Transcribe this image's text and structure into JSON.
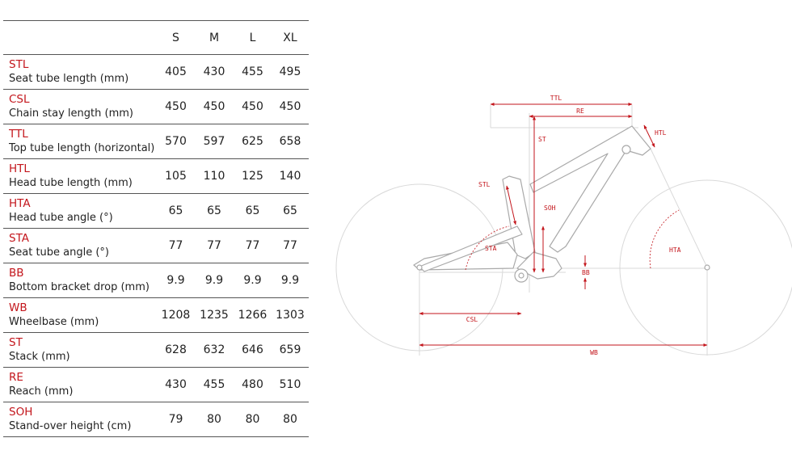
{
  "table": {
    "header_blank": "",
    "sizes": [
      "S",
      "M",
      "L",
      "XL"
    ],
    "rows": [
      {
        "abbr": "STL",
        "desc": "Seat tube length (mm)",
        "values": [
          "405",
          "430",
          "455",
          "495"
        ]
      },
      {
        "abbr": "CSL",
        "desc": "Chain stay length (mm)",
        "values": [
          "450",
          "450",
          "450",
          "450"
        ]
      },
      {
        "abbr": "TTL",
        "desc": "Top tube length (horizontal)",
        "values": [
          "570",
          "597",
          "625",
          "658"
        ]
      },
      {
        "abbr": "HTL",
        "desc": "Head tube length (mm)",
        "values": [
          "105",
          "110",
          "125",
          "140"
        ]
      },
      {
        "abbr": "HTA",
        "desc": "Head tube angle (°)",
        "values": [
          "65",
          "65",
          "65",
          "65"
        ]
      },
      {
        "abbr": "STA",
        "desc": "Seat tube angle (°)",
        "values": [
          "77",
          "77",
          "77",
          "77"
        ]
      },
      {
        "abbr": "BB",
        "desc": "Bottom bracket drop (mm)",
        "values": [
          "9.9",
          "9.9",
          "9.9",
          "9.9"
        ]
      },
      {
        "abbr": "WB",
        "desc": "Wheelbase (mm)",
        "values": [
          "1208",
          "1235",
          "1266",
          "1303"
        ]
      },
      {
        "abbr": "ST",
        "desc": "Stack (mm)",
        "values": [
          "628",
          "632",
          "646",
          "659"
        ]
      },
      {
        "abbr": "RE",
        "desc": "Reach (mm)",
        "values": [
          "430",
          "455",
          "480",
          "510"
        ]
      },
      {
        "abbr": "SOH",
        "desc": "Stand-over height (cm)",
        "values": [
          "79",
          "80",
          "80",
          "80"
        ]
      }
    ]
  },
  "diagram": {
    "labels": {
      "ttl": "TTL",
      "re": "RE",
      "st": "ST",
      "htl": "HTL",
      "stl": "STL",
      "soh": "SOH",
      "sta": "STA",
      "hta": "HTA",
      "bb": "BB",
      "csl": "CSL",
      "wb": "WB"
    },
    "colors": {
      "accent": "#c3161c",
      "frame": "#a9a9a9",
      "guides": "#d9d9d9"
    }
  }
}
